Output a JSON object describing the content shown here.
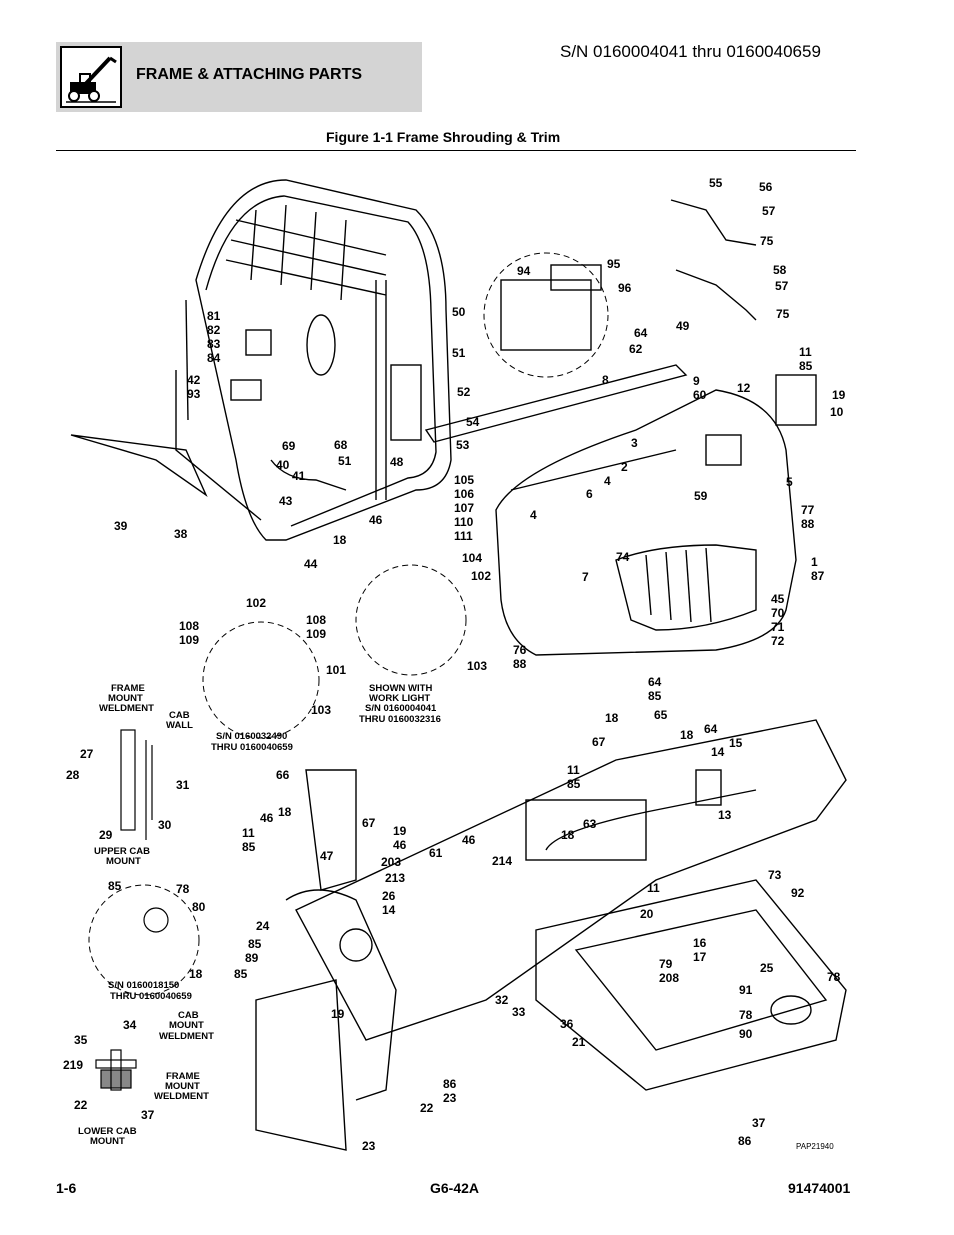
{
  "header": {
    "section_title": "FRAME & ATTACHING PARTS",
    "serial_range": "S/N 0160004041 thru 0160040659",
    "icon": "telehandler-icon"
  },
  "figure": {
    "title": "Figure 1-1 Frame Shrouding & Trim",
    "code": "PAP21940",
    "notes": {
      "frame_mount_weldment_1": "FRAME",
      "frame_mount_weldment_2": "MOUNT",
      "frame_mount_weldment_3": "WELDMENT",
      "cab_wall_1": "CAB",
      "cab_wall_2": "WALL",
      "upper_cab_mount_1": "UPPER CAB",
      "upper_cab_mount_2": "MOUNT",
      "sn_range_a_1": "S/N 0160032490",
      "sn_range_a_2": "THRU 0160040659",
      "work_light_1": "SHOWN WITH",
      "work_light_2": "WORK LIGHT",
      "work_light_3": "S/N 0160004041",
      "work_light_4": "THRU 0160032316",
      "sn_range_b_1": "S/N 0160018150",
      "sn_range_b_2": "THRU 0160040659",
      "cab_mount_weldment_1": "CAB",
      "cab_mount_weldment_2": "MOUNT",
      "cab_mount_weldment_3": "WELDMENT",
      "frame_mount_weldment_b_1": "FRAME",
      "frame_mount_weldment_b_2": "MOUNT",
      "frame_mount_weldment_b_3": "WELDMENT",
      "lower_cab_mount_1": "LOWER CAB",
      "lower_cab_mount_2": "MOUNT"
    }
  },
  "footer": {
    "page": "1-6",
    "model": "G6-42A",
    "part_number": "91474001"
  },
  "callouts": [
    "55",
    "56",
    "57",
    "75",
    "95",
    "94",
    "96",
    "58",
    "57",
    "49",
    "75",
    "81",
    "82",
    "83",
    "84",
    "50",
    "64",
    "62",
    "51",
    "42",
    "93",
    "52",
    "8",
    "9",
    "60",
    "11",
    "85",
    "12",
    "19",
    "10",
    "54",
    "53",
    "69",
    "68",
    "40",
    "41",
    "51",
    "48",
    "3",
    "2",
    "4",
    "59",
    "5",
    "43",
    "46",
    "105",
    "106",
    "107",
    "110",
    "111",
    "6",
    "4",
    "77",
    "88",
    "39",
    "38",
    "18",
    "44",
    "74",
    "7",
    "1",
    "87",
    "104",
    "102",
    "102",
    "45",
    "70",
    "71",
    "72",
    "108",
    "109",
    "108",
    "109",
    "103",
    "101",
    "103",
    "76",
    "88",
    "64",
    "85",
    "18",
    "65",
    "67",
    "18",
    "64",
    "14",
    "15",
    "27",
    "28",
    "31",
    "66",
    "11",
    "85",
    "13",
    "29",
    "30",
    "46",
    "18",
    "67",
    "11",
    "85",
    "47",
    "19",
    "46",
    "46",
    "18",
    "63",
    "61",
    "203",
    "213",
    "214",
    "11",
    "85",
    "78",
    "80",
    "26",
    "14",
    "73",
    "92",
    "24",
    "85",
    "89",
    "20",
    "85",
    "16",
    "17",
    "79",
    "208",
    "25",
    "91",
    "78",
    "18",
    "19",
    "32",
    "33",
    "78",
    "90",
    "34",
    "35",
    "36",
    "21",
    "219",
    "22",
    "37",
    "86",
    "23"
  ]
}
